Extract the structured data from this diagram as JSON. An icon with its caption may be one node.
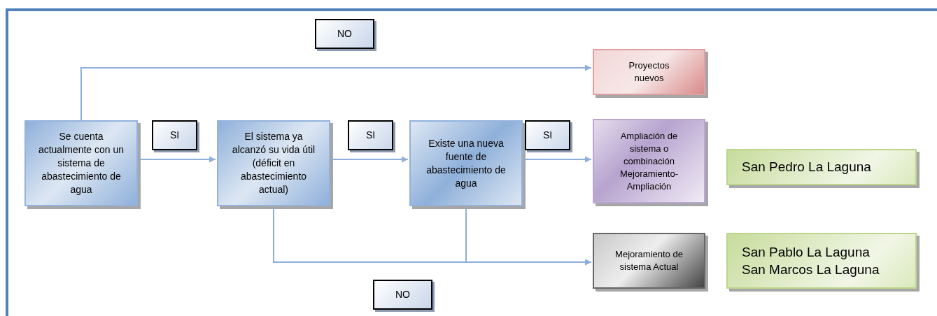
{
  "diagram": {
    "nodes": [
      {
        "text": [
          "Se cuenta actualmente con un sistema de abastecimiento de agua"
        ]
      },
      {
        "text": [
          "El sistema ya alcanzó su vida útil (déficit en abastecimiento actual)"
        ]
      },
      {
        "text": [
          "Existe una nueva fuente de abastecimiento de agua"
        ]
      },
      {
        "text": [
          "Proyectos nuevos"
        ]
      },
      {
        "text": [
          "Ampliación de sistema o combinación Mejoramiento-Ampliación"
        ]
      },
      {
        "text": [
          "Mejoramiento de sistema Actual"
        ]
      },
      {
        "text": [
          "San Pedro La Laguna"
        ]
      },
      {
        "text": [
          "San Pablo La Laguna",
          "San Marcos La Laguna"
        ]
      }
    ],
    "edges": [
      {
        "from": 0,
        "to": 3,
        "arrow": "to",
        "label": "NO"
      },
      {
        "from": 0,
        "to": 1,
        "arrow": "to",
        "label": "SI"
      },
      {
        "from": 1,
        "to": 2,
        "arrow": "to",
        "label": "SI"
      },
      {
        "from": 2,
        "to": 4,
        "arrow": "to",
        "label": "SI"
      },
      {
        "from": 1,
        "to": 5,
        "arrow": "to",
        "label": "NO"
      },
      {
        "from": 2,
        "to": 5,
        "arrow": "to"
      }
    ]
  }
}
